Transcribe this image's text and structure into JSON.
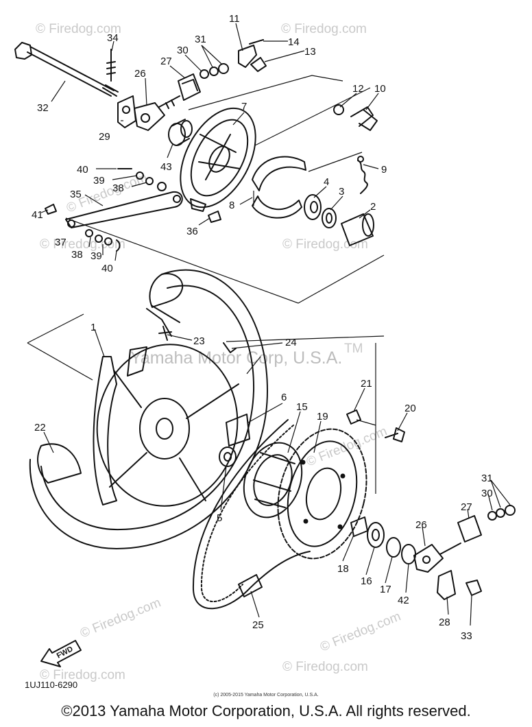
{
  "watermarks": {
    "site": "© Firedog.com",
    "brand": "Yamaha Motor Corp, U.S.A.",
    "tm": "TM"
  },
  "callouts": [
    "1",
    "2",
    "3",
    "4",
    "5",
    "6",
    "7",
    "8",
    "9",
    "10",
    "11",
    "12",
    "13",
    "14",
    "15",
    "16",
    "17",
    "18",
    "19",
    "20",
    "21",
    "22",
    "23",
    "24",
    "25",
    "26",
    "27",
    "28",
    "29",
    "30",
    "31",
    "32",
    "33",
    "34",
    "35",
    "36",
    "37",
    "38",
    "39",
    "40",
    "41",
    "42",
    "43",
    "26",
    "27",
    "30",
    "31",
    "38",
    "39",
    "40"
  ],
  "arrow_label": "FWD",
  "diagram_code": "1UJ110-6290",
  "small_copyright": "(c) 2005-2015 Yamaha Motor Corporation, U.S.A.",
  "copyright": "©2013 Yamaha Motor Corporation, U.S.A. All rights reserved."
}
